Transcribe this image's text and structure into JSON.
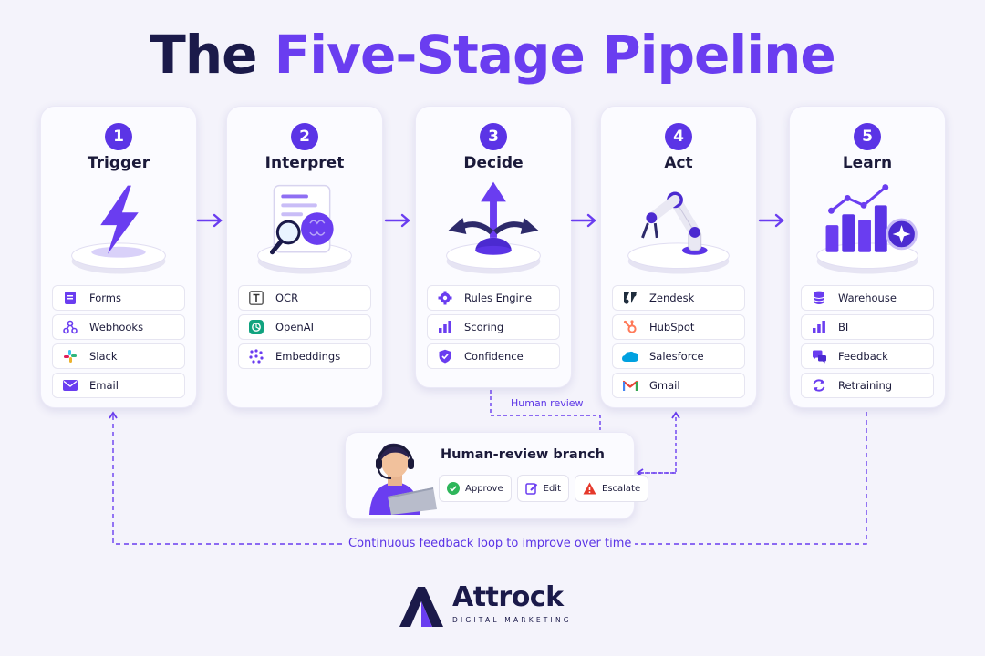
{
  "title": {
    "part1": "The",
    "part2": "Five-Stage Pipeline"
  },
  "stages": [
    {
      "number": "1",
      "name": "Trigger",
      "items": [
        "Forms",
        "Webhooks",
        "Slack",
        "Email"
      ]
    },
    {
      "number": "2",
      "name": "Interpret",
      "items": [
        "OCR",
        "OpenAI",
        "Embeddings"
      ]
    },
    {
      "number": "3",
      "name": "Decide",
      "items": [
        "Rules Engine",
        "Scoring",
        "Confidence"
      ]
    },
    {
      "number": "4",
      "name": "Act",
      "items": [
        "Zendesk",
        "HubSpot",
        "Salesforce",
        "Gmail"
      ]
    },
    {
      "number": "5",
      "name": "Learn",
      "items": [
        "Warehouse",
        "BI",
        "Feedback",
        "Retraining"
      ]
    }
  ],
  "human_review_label": "Human review",
  "branch": {
    "title": "Human-review branch",
    "actions": [
      "Approve",
      "Edit",
      "Escalate"
    ]
  },
  "loop_label": "Continuous feedback loop to improve over time",
  "logo": {
    "name": "Attrock",
    "tagline": "DIGITAL MARKETING"
  },
  "colors": {
    "accent": "#6a3df0",
    "dark": "#1b1a4a",
    "background": "#f4f3fb"
  }
}
